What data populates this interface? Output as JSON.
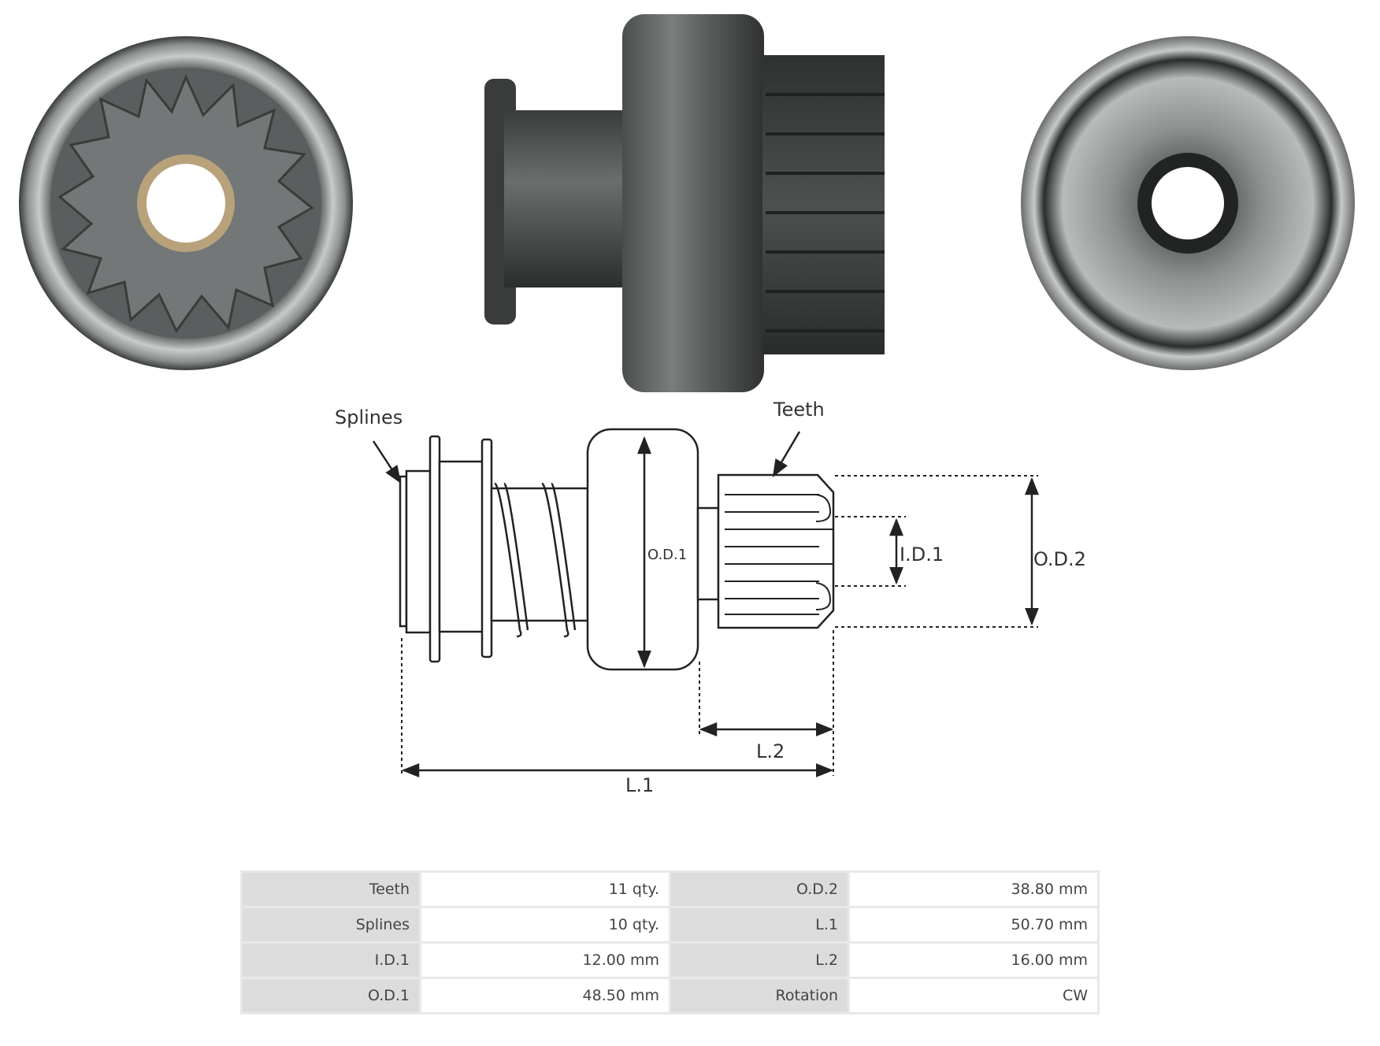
{
  "diagram": {
    "labels": {
      "splines": "Splines",
      "teeth": "Teeth",
      "od1": "O.D.1",
      "id1": "I.D.1",
      "od2": "O.D.2",
      "l1": "L.1",
      "l2": "L.2"
    },
    "colors": {
      "metal_dark": "#3c3e3e",
      "metal_mid": "#6d7070",
      "metal_light": "#b8bab8",
      "line": "#222222"
    }
  },
  "specs": [
    {
      "left_label": "Teeth",
      "left_value": "11 qty.",
      "right_label": "O.D.2",
      "right_value": "38.80 mm"
    },
    {
      "left_label": "Splines",
      "left_value": "10 qty.",
      "right_label": "L.1",
      "right_value": "50.70 mm"
    },
    {
      "left_label": "I.D.1",
      "left_value": "12.00 mm",
      "right_label": "L.2",
      "right_value": "16.00 mm"
    },
    {
      "left_label": "O.D.1",
      "left_value": "48.50 mm",
      "right_label": "Rotation",
      "right_value": "CW"
    }
  ]
}
